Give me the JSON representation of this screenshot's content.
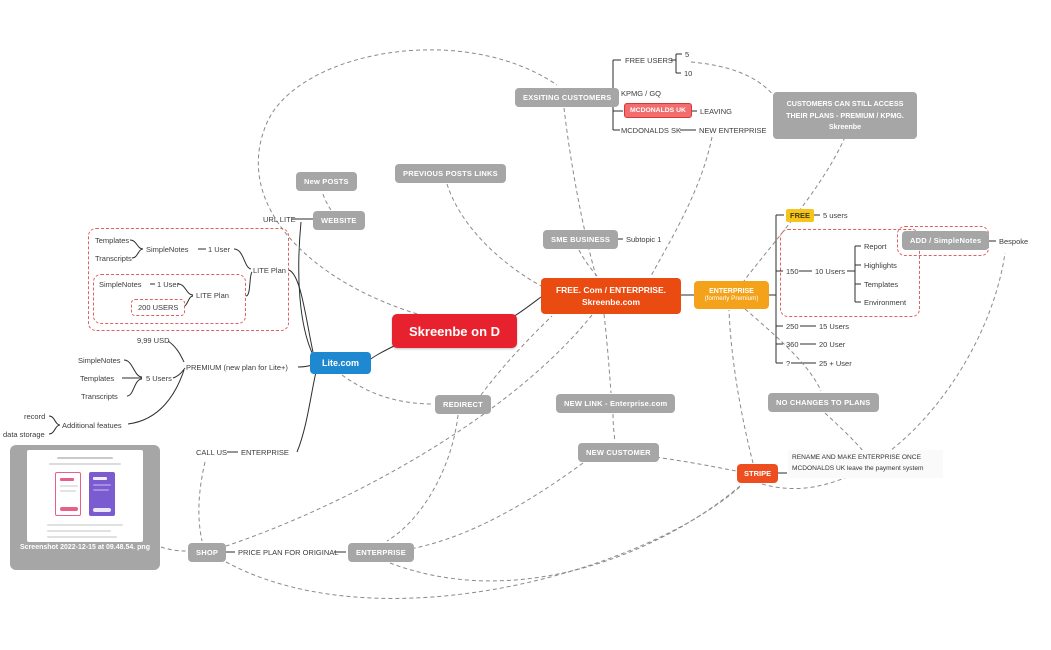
{
  "colors": {
    "central_red": "#e8212e",
    "lite_blue": "#1e88d0",
    "free_orange_red": "#e94b10",
    "enterprise_orange": "#f5a21b",
    "stripe_orange": "#ee4e1f",
    "node_gray": "#a6a6a6",
    "mcdonalds_red": "#f26d6d",
    "free_yellow": "#f6c51c",
    "dashed_red": "#e06060"
  },
  "nodes": {
    "central": "Skreenbe on D",
    "lite": "Lite.com",
    "free_com_line1": "FREE. Com / ENTERPRISE.",
    "free_com_line2": "Skreenbe.com",
    "enterprise_premium_line1": "ENTERPRISE",
    "enterprise_premium_line2": "(formerly Premium)",
    "website": "WEBSITE",
    "new_posts": "New POSTS",
    "url_lite": "URL LITE",
    "previous_posts_links": "PREVIOUS POSTS LINKS",
    "exsiting_customers": "EXSITING CUSTOMERS",
    "free_users": "FREE USERS",
    "free_users_5": "5",
    "free_users_10": "10",
    "kpmg_gq": "KPMG / GQ",
    "mcdonalds_uk": "MCDONALDS UK",
    "leaving": "LEAVING",
    "mcdonalds_sk": "MCDONALDS SK",
    "new_enterprise": "NEW ENTERPRISE",
    "customers_note": "CUSTOMERS CAN STILL ACCESS THEIR PLANS - PREMIUM / KPMG. Skreenbe",
    "sme_business": "SME BUSINESS",
    "subtopic_1": "Subtopic 1",
    "templates_a": "Templates",
    "transcripts_a": "Transcripts",
    "simplenotes_a": "SimpleNotes",
    "one_user_a": "1 User",
    "lite_plan_a": "LITE Plan",
    "simplenotes_b": "SimpleNotes",
    "one_user_b": "1 User",
    "users_200": "200 USERS",
    "lite_plan_b": "LITE Plan",
    "price_999": "9,99 USD",
    "simplenotes_c": "SimpleNotes",
    "templates_b": "Templates",
    "transcripts_b": "Transcripts",
    "five_users": "5 Users",
    "premium_plan": "PREMIUM (new plan for Lite+)",
    "record": "record",
    "data_storage": "data storage",
    "additional_features": "Additional featues",
    "call_us": "CALL US",
    "enterprise_call": "ENTERPRISE",
    "free_tag": "FREE",
    "five_users_r": "5 users",
    "n150": "150",
    "ten_users": "10 Users",
    "report": "Report",
    "highlights": "Highlights",
    "templates_c": "Templates",
    "environment": "Environment",
    "n250": "250",
    "users_15": "15 Users",
    "n360": "360",
    "users_20": "20 User",
    "question": "?",
    "users_25": "25 + User",
    "add_simplenotes": "ADD / SimpleNotes",
    "bespoke": "Bespoke",
    "redirect": "REDIRECT",
    "new_link": "NEW LINK - Enterprise.com",
    "new_customer": "NEW CUSTOMER",
    "no_changes": "NO CHANGES TO PLANS",
    "stripe": "STRIPE",
    "rename_note": "RENAME AND MAKE ENTERPRISE ONCE MCDONALDS UK leave the payment system",
    "shop": "SHOP",
    "price_plan_original": "PRICE PLAN FOR ORIGINAL",
    "enterprise_node": "ENTERPRISE",
    "screenshot_caption": "Screenshot 2022-12-15 at 09.48.54. png"
  }
}
